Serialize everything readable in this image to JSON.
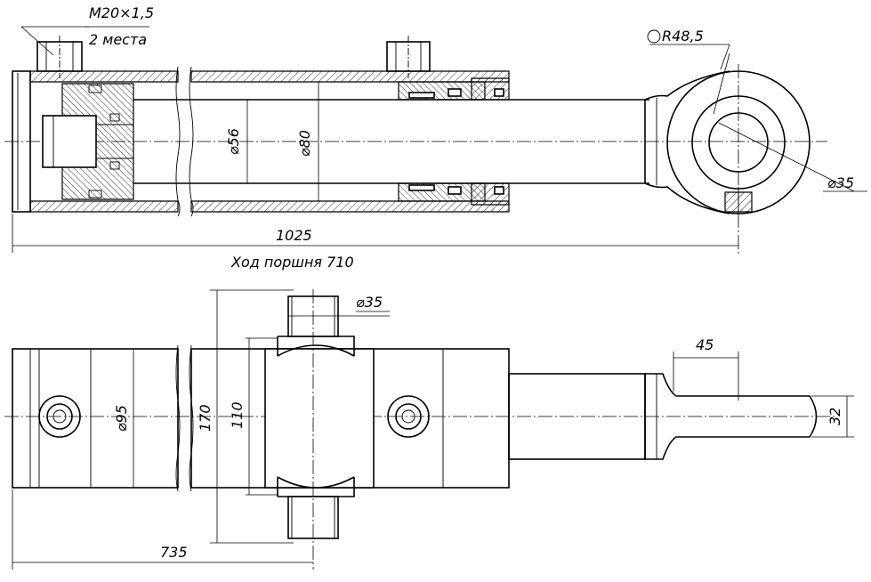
{
  "drawing": {
    "thread_spec": "M20×1,5",
    "thread_count": "2 места",
    "eye_radius": "R48,5",
    "eye_radius_symbol": "○",
    "pin_dia": "⌀35",
    "rod_dia": "⌀56",
    "bore_dia": "⌀80",
    "overall_length": "1025",
    "stroke_label": "Ход поршня 710",
    "trunnion_pin_dia": "⌀35",
    "tube_outer_dia": "⌀95",
    "trunnion_width": "170",
    "trunnion_body": "110",
    "eye_slot_length": "45",
    "eye_width": "32",
    "trunnion_position": "735"
  }
}
